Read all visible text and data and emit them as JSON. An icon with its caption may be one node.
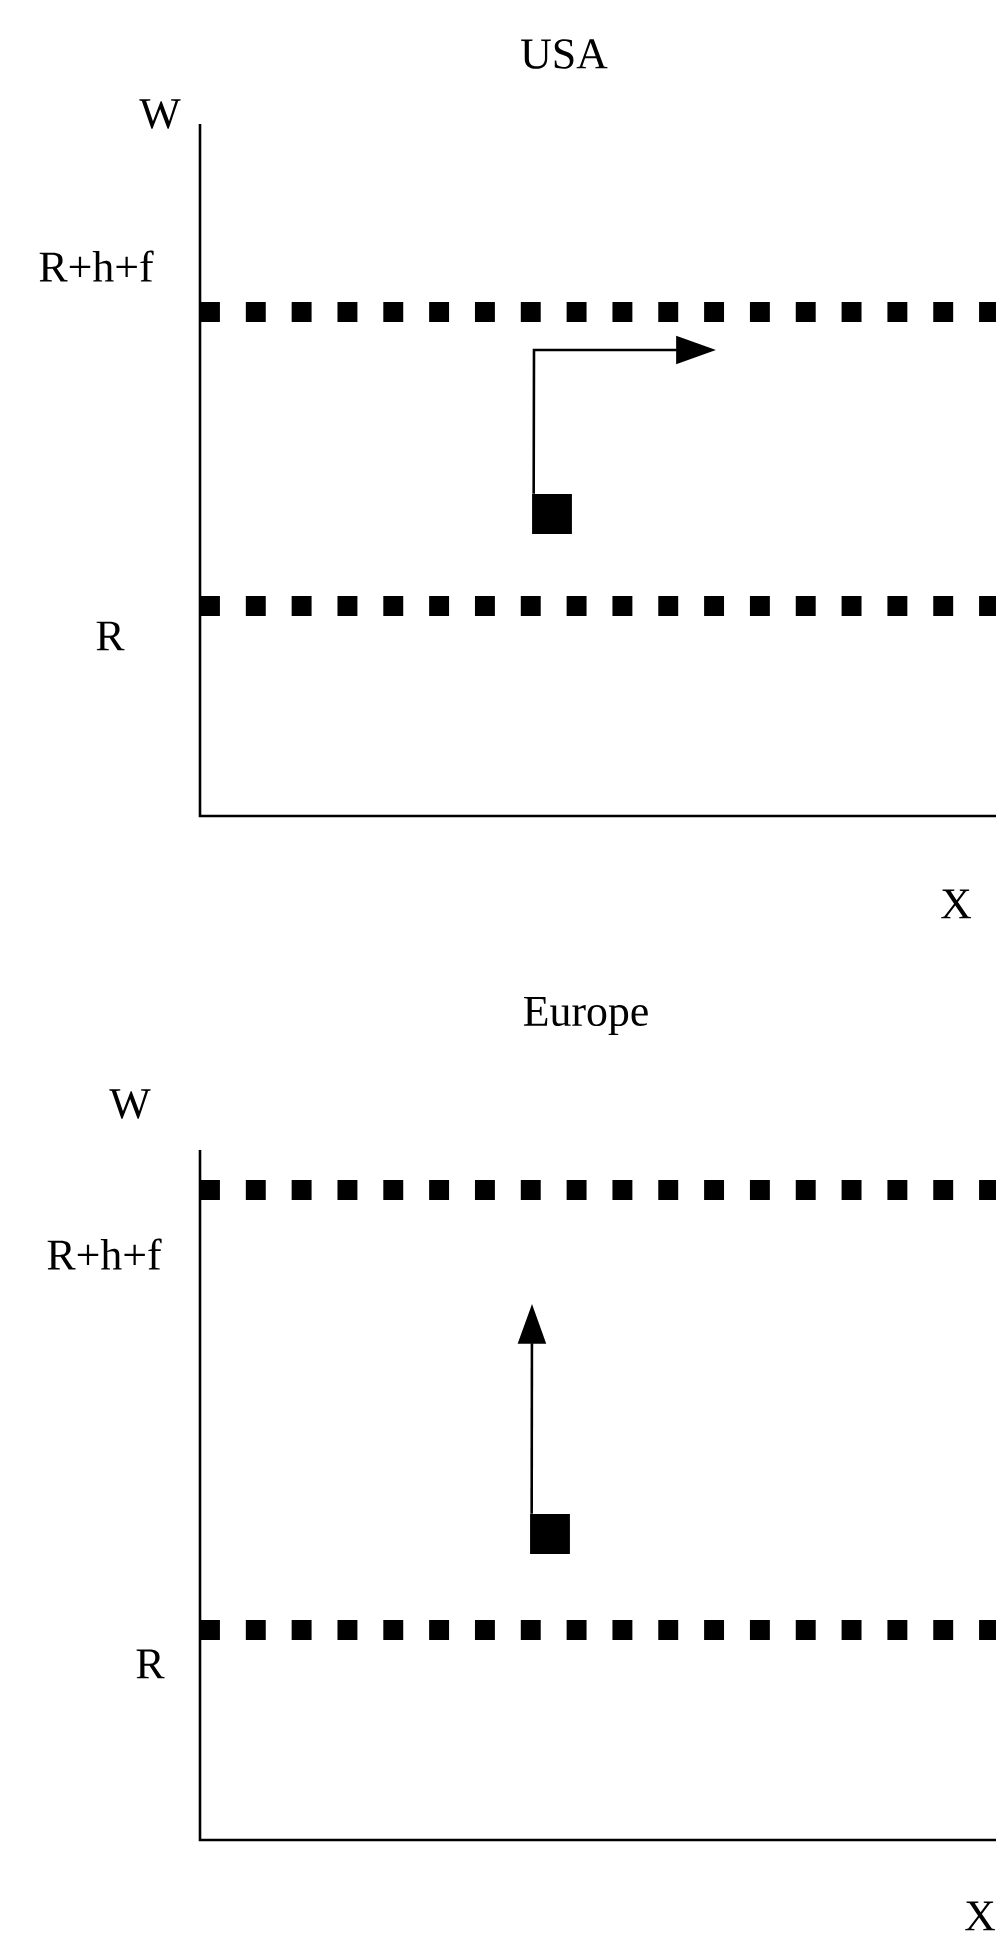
{
  "diagram": {
    "nodes": [
      {
        "text": [],
        "shape": "box"
      },
      {
        "text": [],
        "shape": "box"
      }
    ],
    "edges": [
      {
        "from": 0,
        "to": null,
        "arrow": "to"
      },
      {
        "from": 1,
        "to": null,
        "arrow": "to"
      }
    ],
    "labels": [
      "USA",
      "W",
      "R+h+f",
      "R",
      "X",
      "Europe",
      "W",
      "R+h+f",
      "R",
      "X"
    ]
  }
}
